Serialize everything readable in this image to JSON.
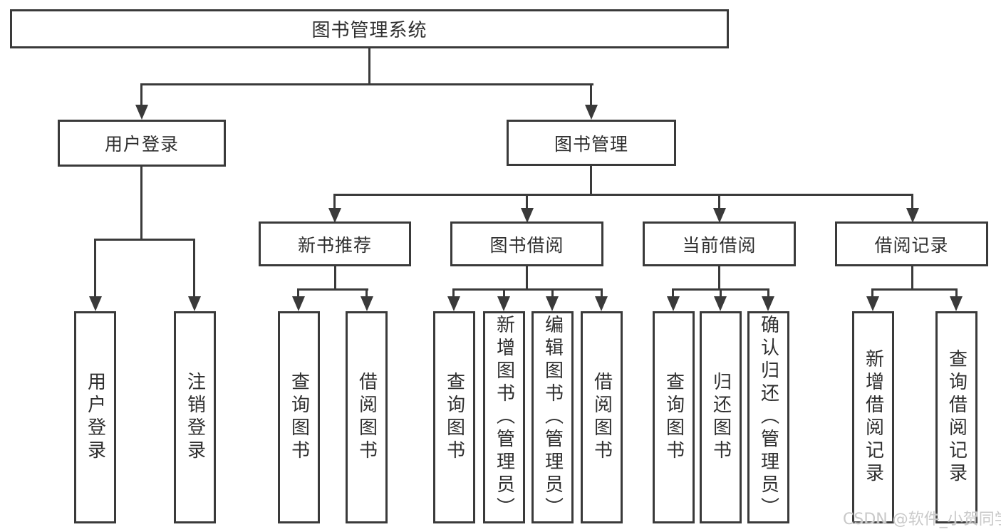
{
  "diagram": {
    "root": {
      "label": "图书管理系统"
    },
    "branches": [
      {
        "label": "用户登录",
        "children": [
          {
            "label": "用户登录"
          },
          {
            "label": "注销登录"
          }
        ]
      },
      {
        "label": "图书管理",
        "children": [
          {
            "label": "新书推荐",
            "children": [
              {
                "label": "查询图书"
              },
              {
                "label": "借阅图书"
              }
            ]
          },
          {
            "label": "图书借阅",
            "children": [
              {
                "label": "查询图书"
              },
              {
                "label": "新增图书（管理员）"
              },
              {
                "label": "编辑图书（管理员）"
              },
              {
                "label": "借阅图书"
              }
            ]
          },
          {
            "label": "当前借阅",
            "children": [
              {
                "label": "查询图书"
              },
              {
                "label": "归还图书"
              },
              {
                "label": "确认归还（管理员）"
              }
            ]
          },
          {
            "label": "借阅记录",
            "children": [
              {
                "label": "新增借阅记录"
              },
              {
                "label": "查询借阅记录"
              }
            ]
          }
        ]
      }
    ]
  },
  "watermark": {
    "text": "CSDN @软件_小贺同学",
    "color": "#c9c9c9"
  },
  "colors": {
    "line": "#3a3a3a",
    "text": "#2f2f2f",
    "background": "#ffffff"
  }
}
